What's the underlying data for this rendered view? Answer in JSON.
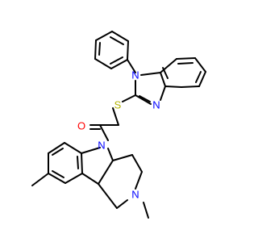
{
  "molecule": {
    "atoms": [
      {
        "id": "N1",
        "symbol": "N",
        "color": "#0000ff"
      },
      {
        "id": "N2",
        "symbol": "N",
        "color": "#0000ff"
      },
      {
        "id": "S1",
        "symbol": "S",
        "color": "#b2b200"
      },
      {
        "id": "O1",
        "symbol": "O",
        "color": "#ff0000"
      },
      {
        "id": "N3",
        "symbol": "N",
        "color": "#0000ff"
      },
      {
        "id": "N4",
        "symbol": "N",
        "color": "#0000ff"
      }
    ]
  }
}
